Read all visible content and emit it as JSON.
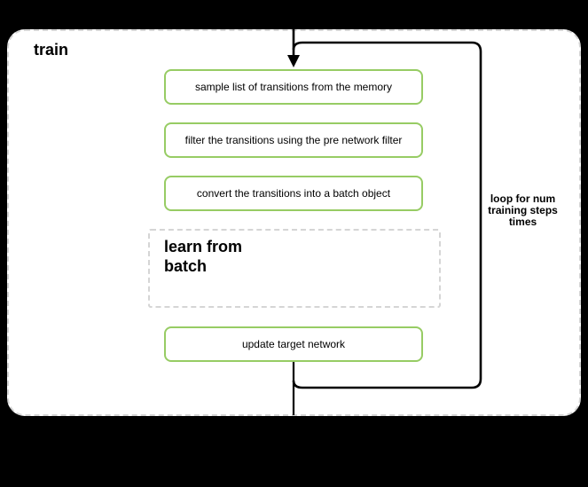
{
  "diagram": {
    "container_label": "train",
    "nodes": {
      "sample": "sample list of transitions from the memory",
      "filter": "filter the transitions using the pre network filter",
      "convert": "convert the transitions into a batch object",
      "learn": "learn from\nbatch",
      "update": "update target network"
    },
    "loop_label": "loop for num\ntraining steps\ntimes",
    "colors": {
      "background": "#000000",
      "container_fill": "#ffffff",
      "container_border": "#d5d5d5",
      "node_border": "#97cc64",
      "dashed_border": "#d5d5d5",
      "flow_line": "#000000",
      "text": "#000000"
    }
  }
}
